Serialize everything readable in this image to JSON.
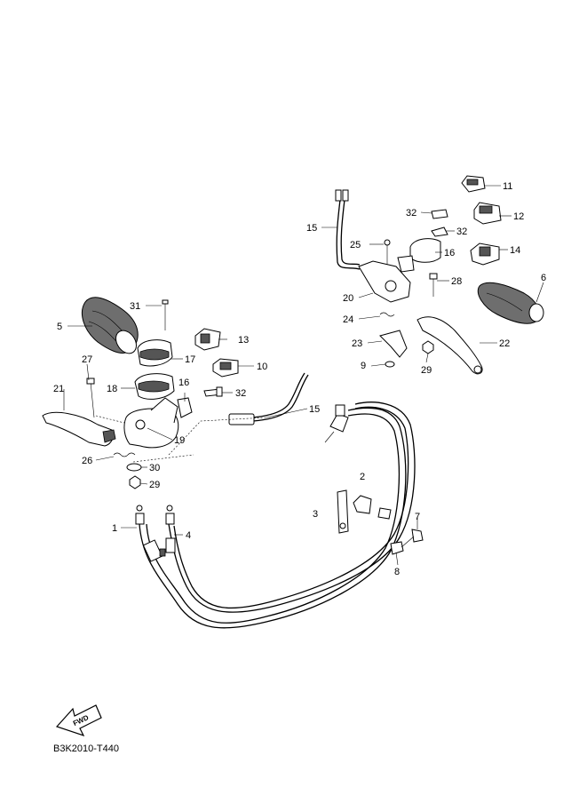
{
  "diagram": {
    "code": "B3K2010-T440",
    "fwd_label": "FWD",
    "callouts": [
      {
        "id": "c1",
        "num": "1"
      },
      {
        "id": "c2",
        "num": "2"
      },
      {
        "id": "c3",
        "num": "3"
      },
      {
        "id": "c4",
        "num": "4"
      },
      {
        "id": "c5",
        "num": "5"
      },
      {
        "id": "c6",
        "num": "6"
      },
      {
        "id": "c7",
        "num": "7"
      },
      {
        "id": "c8",
        "num": "8"
      },
      {
        "id": "c9",
        "num": "9"
      },
      {
        "id": "c10",
        "num": "10"
      },
      {
        "id": "c11",
        "num": "11"
      },
      {
        "id": "c12",
        "num": "12"
      },
      {
        "id": "c13",
        "num": "13"
      },
      {
        "id": "c14",
        "num": "14"
      },
      {
        "id": "c15a",
        "num": "15"
      },
      {
        "id": "c15b",
        "num": "15"
      },
      {
        "id": "c16a",
        "num": "16"
      },
      {
        "id": "c16b",
        "num": "16"
      },
      {
        "id": "c17",
        "num": "17"
      },
      {
        "id": "c18",
        "num": "18"
      },
      {
        "id": "c19",
        "num": "19"
      },
      {
        "id": "c20",
        "num": "20"
      },
      {
        "id": "c21",
        "num": "21"
      },
      {
        "id": "c22",
        "num": "22"
      },
      {
        "id": "c23",
        "num": "23"
      },
      {
        "id": "c24",
        "num": "24"
      },
      {
        "id": "c25",
        "num": "25"
      },
      {
        "id": "c26",
        "num": "26"
      },
      {
        "id": "c27",
        "num": "27"
      },
      {
        "id": "c28",
        "num": "28"
      },
      {
        "id": "c29a",
        "num": "29"
      },
      {
        "id": "c29b",
        "num": "29"
      },
      {
        "id": "c30",
        "num": "30"
      },
      {
        "id": "c31",
        "num": "31"
      },
      {
        "id": "c32a",
        "num": "32"
      },
      {
        "id": "c32b",
        "num": "32"
      },
      {
        "id": "c32c",
        "num": "32"
      }
    ]
  }
}
